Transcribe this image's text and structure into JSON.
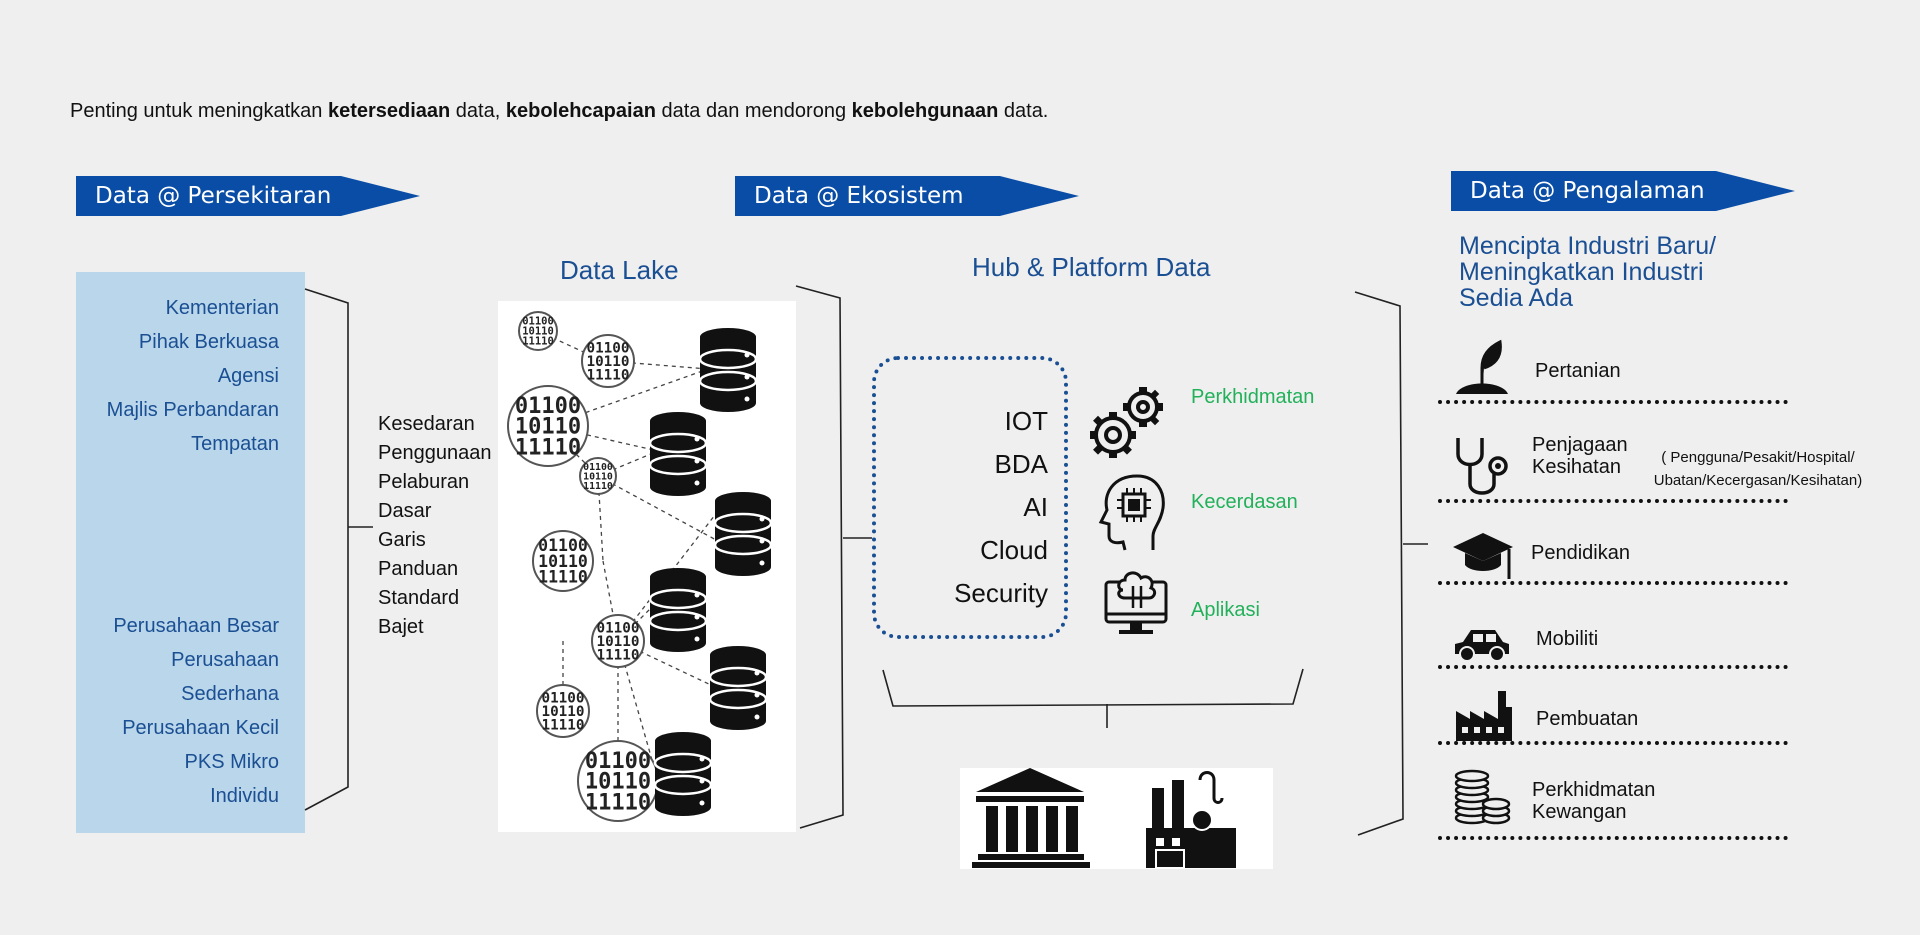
{
  "intro": {
    "t1": "Penting untuk meningkatkan ",
    "b1": "ketersediaan",
    "t2": " data, ",
    "b2": "kebolehcapaian",
    "t3": " data dan mendorong ",
    "b3": "kebolehgunaan",
    "t4": " data."
  },
  "banners": {
    "persekitaran": "Data @ Persekitaran",
    "ekosistem": "Data @ Ekosistem",
    "pengalaman": "Data @ Pengalaman"
  },
  "persekitaran": {
    "group1": [
      "Kementerian",
      "Pihak Berkuasa",
      "Agensi",
      "Majlis Perbandaran",
      "Tempatan"
    ],
    "group2": [
      "Perusahaan Besar",
      "Perusahaan",
      "Sederhana",
      "Perusahaan Kecil",
      "PKS Mikro",
      "Individu"
    ],
    "factors": [
      "Kesedaran",
      "Penggunaan",
      "Pelaburan",
      "Dasar",
      "Garis",
      "Panduan",
      "Standard",
      "Bajet"
    ]
  },
  "data_lake": {
    "title": "Data Lake",
    "binary_lines": [
      "01100",
      "10110",
      "11110"
    ]
  },
  "hub": {
    "title": "Hub & Platform Data",
    "tech": [
      "IOT",
      "BDA",
      "AI",
      "Cloud",
      "Security"
    ],
    "services": [
      "Perkhidmatan",
      "Kecerdasan",
      "Aplikasi"
    ],
    "accent_color": "#22b15a"
  },
  "pengalaman": {
    "heading": [
      "Mencipta Industri Baru/",
      "Meningkatkan Industri",
      "Sedia Ada"
    ],
    "sectors": {
      "pertanian": "Pertanian",
      "kesihatan_1": "Penjagaan",
      "kesihatan_2": "Kesihatan",
      "kesihatan_note_1": "( Pengguna/Pesakit/Hospital/",
      "kesihatan_note_2": "Ubatan/Kecergasan/Kesihatan)",
      "pendidikan": "Pendidikan",
      "mobiliti": "Mobiliti",
      "pembuatan": "Pembuatan",
      "kewangan_1": "Perkhidmatan",
      "kewangan_2": "Kewangan"
    },
    "icons": [
      "plant-icon",
      "stethoscope-icon",
      "graduation-cap-icon",
      "car-icon",
      "factory-icon",
      "coins-icon"
    ]
  },
  "colors": {
    "banner": "#0a4da6",
    "panel": "#b9d6ea",
    "text_blue": "#1b4f93"
  }
}
